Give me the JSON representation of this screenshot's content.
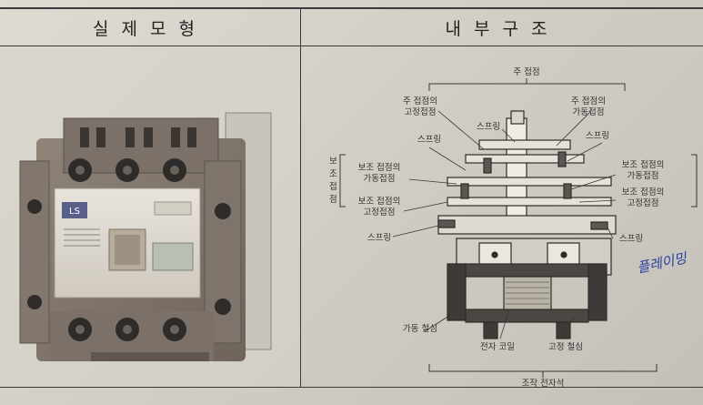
{
  "headers": {
    "left": "실제모형",
    "right": "내부구조"
  },
  "labels": {
    "main_contact": "주 접점",
    "main_fixed_contact_1": "주 접점의",
    "main_fixed_contact_2": "고정접점",
    "main_movable_contact_1": "주 접점의",
    "main_movable_contact_2": "가동접점",
    "spring": "스프링",
    "aux_contact_group": "보조접점",
    "aux_movable_1": "보조 접점의",
    "aux_movable_2": "가동접점",
    "aux_fixed_1": "보조 접점의",
    "aux_fixed_2": "고정접점",
    "movable_core": "가동 철심",
    "coil": "전자 코일",
    "fixed_core": "고정 철심",
    "electromagnet": "조작 전자석"
  },
  "device_label": "LS",
  "handwritten_note": "플레이밍"
}
